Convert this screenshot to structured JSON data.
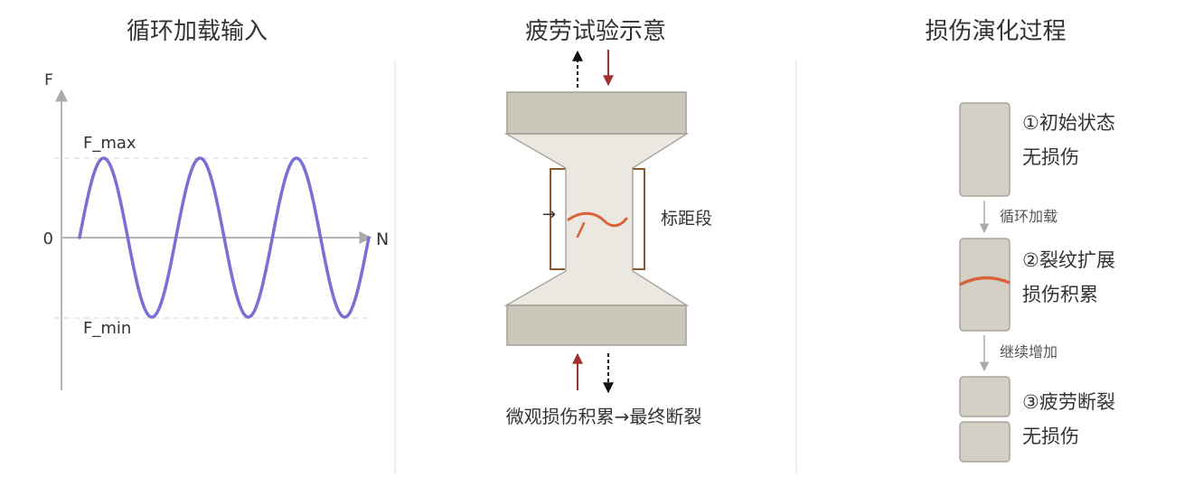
{
  "panels": {
    "load_input": {
      "title": "循环加载输入",
      "y_axis_label": "F",
      "x_axis_label": "N",
      "origin_label": "0",
      "max_label": "F_max",
      "min_label": "F_min",
      "wave_color": "#7a6fd4",
      "cycles": 3
    },
    "fatigue_test": {
      "title": "疲劳试验示意",
      "gauge_label": "标距段",
      "caption": "微观损伤积累→最终断裂",
      "arrow_glyph": "→",
      "crack_color": "#d9623a",
      "load_arrow_color": "#a23030",
      "bracket_color": "#8a5a2e"
    },
    "damage_evolution": {
      "title": "损伤演化过程",
      "stages": [
        {
          "line1": "①初始状态",
          "line2": "无损伤"
        },
        {
          "line1": "②裂纹扩展",
          "line2": "损伤积累"
        },
        {
          "line1": "③疲劳断裂",
          "line2": "无损伤"
        }
      ],
      "transitions": [
        "循环加载",
        "继续增加"
      ],
      "crack_color": "#d9623a"
    }
  }
}
